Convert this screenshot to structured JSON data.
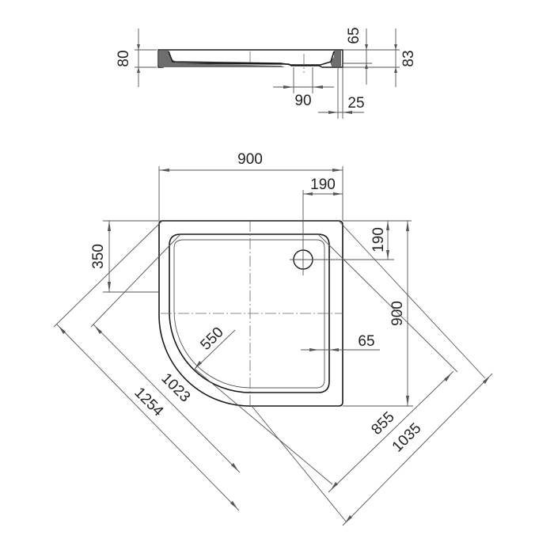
{
  "drawing": {
    "title": "Quarter-circle shower tray dimension drawing",
    "units": "mm",
    "side_view": {
      "dimensions": {
        "height_total": "80",
        "rim_height_inner": "65",
        "height_right": "83",
        "drain_width": "90",
        "rim_thickness": "25"
      }
    },
    "top_view": {
      "dimensions": {
        "width": "900",
        "depth": "900",
        "drain_offset_x": "190",
        "drain_offset_y": "190",
        "straight_side_length": "350",
        "inner_radius": "550",
        "inner_margin": "65",
        "diagonal_inner_left": "1023",
        "diagonal_outer_left": "1254",
        "diagonal_inner_right": "855",
        "diagonal_outer_right": "1035"
      },
      "features": [
        "outer-tray-outline",
        "inner-basin-outline",
        "drain-hole",
        "center-lines"
      ]
    },
    "colors": {
      "line": "#1a1a1a",
      "dimension_line": "#555555",
      "side_fill": "#6e6e6e"
    }
  }
}
